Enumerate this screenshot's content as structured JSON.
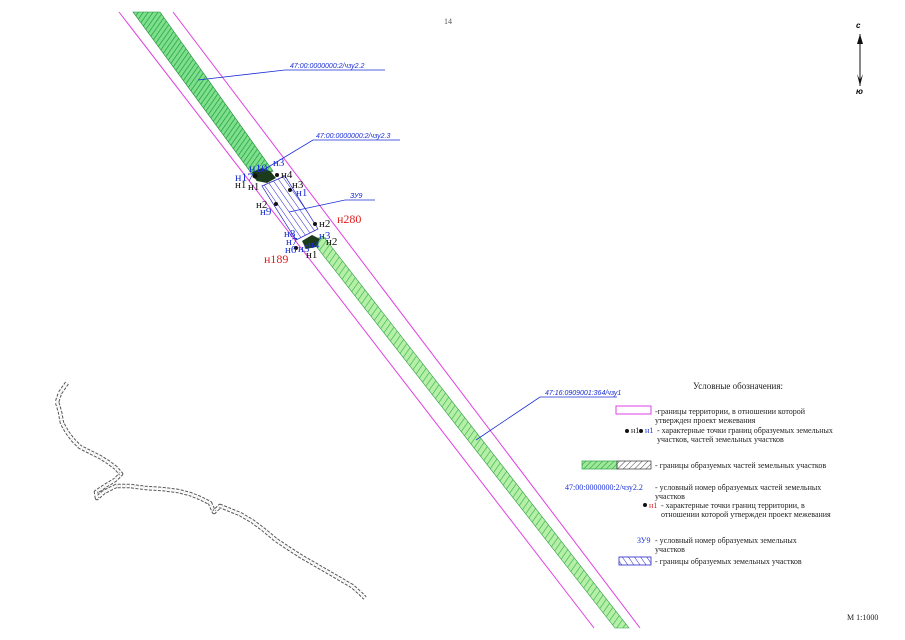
{
  "page_number": "14",
  "scale": "M 1:1000",
  "compass": {
    "north": "с",
    "south": "ю"
  },
  "annotations": {
    "chzu22": "47:00:0000000:2/чзу2.2",
    "chzu23": "47:00:0000000:2/чзу2.3",
    "zu9": "ЗУ9",
    "chzu1": "47:16:0909001:364/чзу1"
  },
  "points": {
    "n10": "н10",
    "n17": "н17",
    "n3_top": "н3",
    "n4_top": "н4",
    "n1_a": "н1",
    "n1_b": "н1",
    "n3_mid": "н3",
    "n1_mid": "н1",
    "n2_mid": "н2",
    "n9": "н9",
    "n280": "н280",
    "n2_right": "н2",
    "n8": "н8",
    "n7": "н7",
    "n3_low": "н3",
    "n6": "н6",
    "n5": "н5",
    "n4_low": "н4",
    "n2_low": "н2",
    "n1_low": "н1",
    "n189": "н189"
  },
  "legend": {
    "title": "Условные обозначения:",
    "items": [
      {
        "text": "-границы территории, в отношении которой утвержден проект межевания"
      },
      {
        "symbol_text": "н1",
        "symbol_text_2": "н1",
        "text": "- характерные точки границ  образуемых земельных участков, частей земельных участков"
      },
      {
        "text": "- границы образуемых частей земельных участков"
      },
      {
        "code": "47:00:0000000:2/чзу2.2",
        "text": "- условный номер образуемых частей земельных участков"
      },
      {
        "symbol_text": "н1",
        "text": "- характерные точки границ территории, в отношении которой утвержден проект межевания"
      },
      {
        "code": "ЗУ9",
        "text": "- условный номер образуемых земельных участков"
      },
      {
        "text": "- границы образуемых земельных участков"
      }
    ]
  },
  "colors": {
    "boundary": "#e040e0",
    "parcel_part_fill": "#3fcf5a",
    "parcel_part_fill_dark": "#2a9a50",
    "parcel_hatch": "#2424c8",
    "label_blue": "#1a2fd6",
    "label_red": "#e31b1b",
    "label_black": "#111111"
  }
}
